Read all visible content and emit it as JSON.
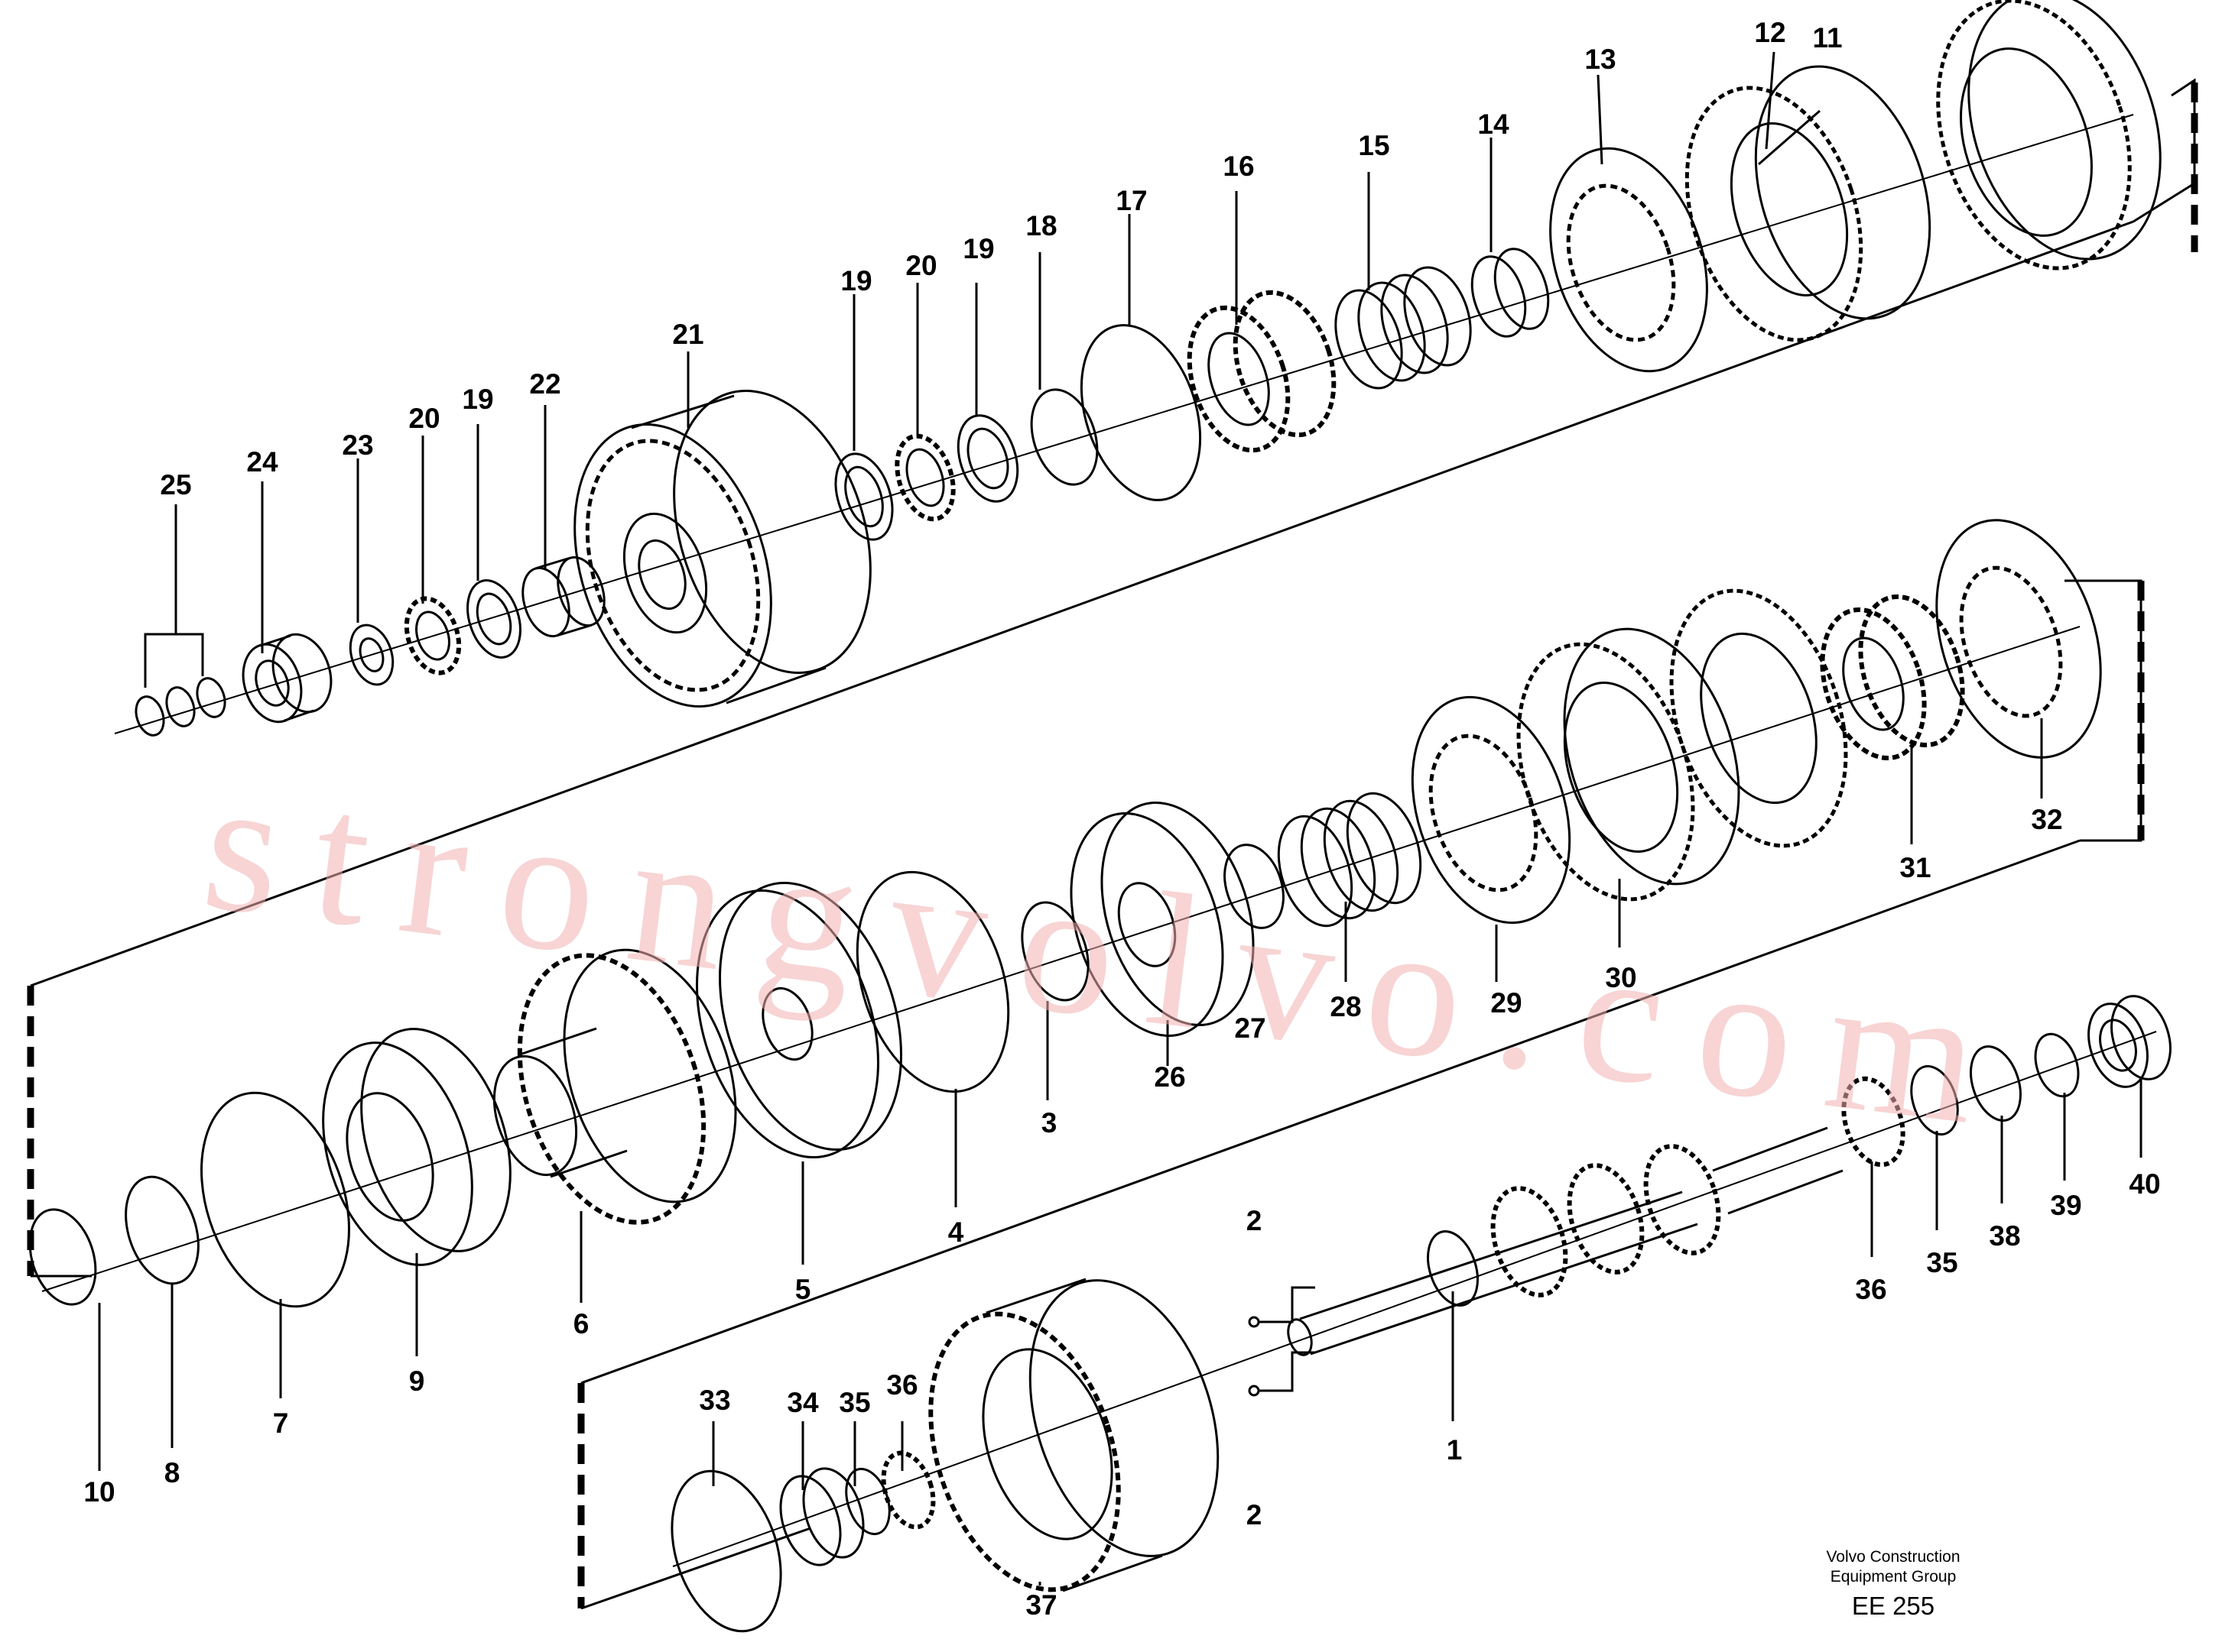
{
  "callouts": [
    "1",
    "2",
    "2",
    "3",
    "4",
    "5",
    "6",
    "7",
    "8",
    "9",
    "10",
    "11",
    "12",
    "13",
    "14",
    "15",
    "16",
    "17",
    "18",
    "19",
    "19",
    "19",
    "20",
    "20",
    "21",
    "22",
    "23",
    "24",
    "25",
    "26",
    "27",
    "28",
    "29",
    "30",
    "31",
    "32",
    "33",
    "34",
    "35",
    "35",
    "36",
    "36",
    "37",
    "38",
    "39",
    "40"
  ],
  "caption": {
    "line1": "Volvo Construction",
    "line2": "Equipment Group",
    "code": "EE 255"
  },
  "watermark": "strongvolvo.com"
}
